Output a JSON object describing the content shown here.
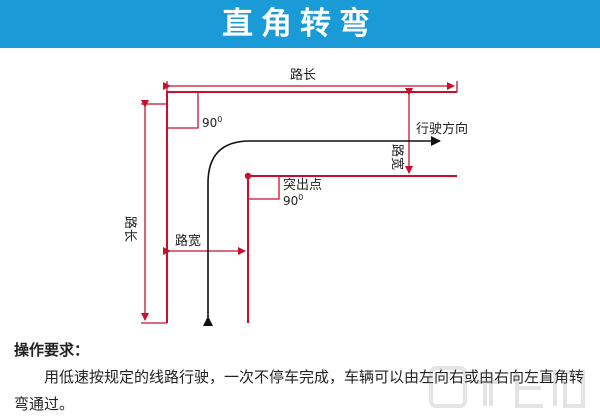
{
  "header": {
    "title": "直角转弯",
    "bg_color": "#1a9ad6"
  },
  "diagram": {
    "line_color": "#c8102e",
    "path_color": "#111111",
    "labels": {
      "road_length_top": "路长",
      "road_length_left": "路长",
      "road_width_bottom": "路宽",
      "road_width_right": "路宽",
      "direction": "行驶方向",
      "protruding_point": "突出点",
      "angle_top": "90",
      "angle_inner": "90",
      "degree_mark": "0"
    }
  },
  "requirements": {
    "heading": "操作要求：",
    "body": "用低速按规定的线路行驶，一次不停车完成，车辆可以由左向右或由右向左直角转弯通过。"
  }
}
